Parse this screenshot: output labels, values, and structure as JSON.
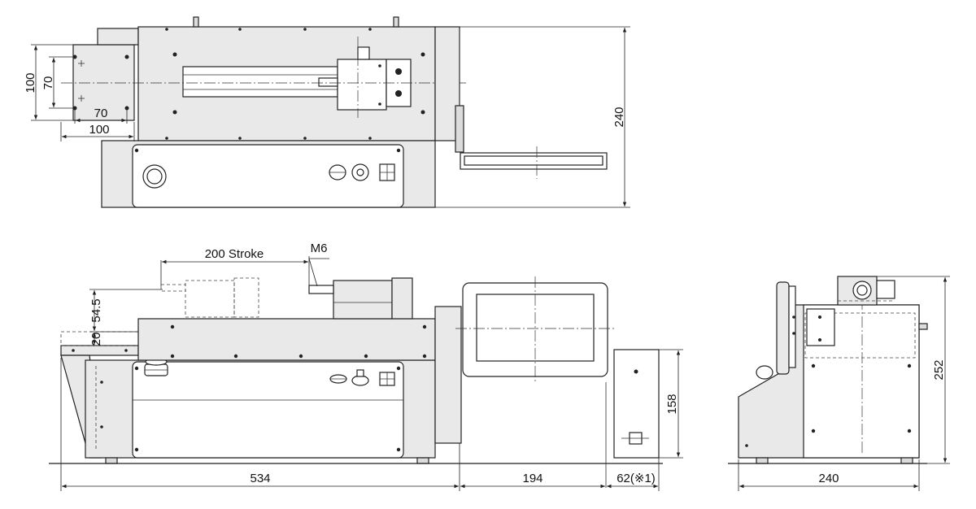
{
  "labels": {
    "top_vert_outer": "100",
    "top_vert_inner": "70",
    "top_horiz_inner": "70",
    "top_horiz_outer": "100",
    "top_depth": "240",
    "front_stroke": "200 Stroke",
    "front_thread": "M6",
    "front_height_a": "54.5",
    "front_height_b": "20",
    "front_width_main": "534",
    "front_width_panel": "194",
    "front_width_box": "62(※1)",
    "front_box_height": "158",
    "side_height": "252",
    "side_width": "240"
  }
}
